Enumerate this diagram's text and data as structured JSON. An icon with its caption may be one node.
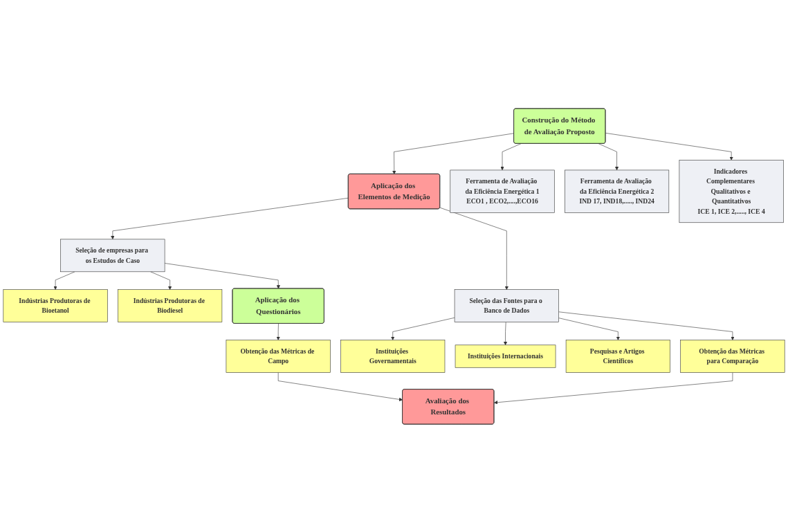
{
  "diagram": {
    "nodes": [
      {
        "text": [
          "Construção do Método de Avaliação Proposto"
        ]
      },
      {
        "text": [
          "Ferramenta de Avaliação da Eficiência Energética 1",
          "ECO1 , ECO2,....,ECO16"
        ]
      },
      {
        "text": [
          "Ferramenta de Avaliação da Eficiência Energética 2",
          "IND 17, IND18,....., IND24"
        ]
      },
      {
        "text": [
          "Aplicação dos Elementos de Medição"
        ]
      },
      {
        "text": [
          "Indicadores Complementares Qualitativos e Quantitativos",
          "ICE 1, ICE 2,....., ICE 4"
        ]
      },
      {
        "text": [
          "Indústrias Produtoras de Bioetanol"
        ]
      },
      {
        "text": [
          "Indústrias Produtoras de Biodiesel"
        ]
      },
      {
        "text": [
          "Seleção de empresas para os Estudos de Caso"
        ]
      },
      {
        "text": [
          "Seleção das Fontes para o Banco de Dados"
        ]
      },
      {
        "text": [
          "Instituições Governamentais"
        ]
      },
      {
        "text": [
          "Instituições Internacionais"
        ]
      },
      {
        "text": [
          "Aplicação dos Questionários"
        ]
      },
      {
        "text": [
          "Pesquisas e Artigos Científicos"
        ]
      },
      {
        "text": [
          "Obtenção das Métricas de Campo"
        ]
      },
      {
        "text": [
          "Obtenção das Métricas para Comparação"
        ]
      },
      {
        "text": [
          "Avaliação dos Resultados"
        ]
      }
    ],
    "edges": [
      {
        "from": 0,
        "to": 3,
        "arrow": "to"
      },
      {
        "from": 0,
        "to": 1,
        "arrow": "to"
      },
      {
        "from": 0,
        "to": 2,
        "arrow": "to"
      },
      {
        "from": 0,
        "to": 4,
        "arrow": "to"
      },
      {
        "from": 3,
        "to": 7,
        "arrow": "to"
      },
      {
        "from": 3,
        "to": 8,
        "arrow": "to"
      },
      {
        "from": 7,
        "to": 5,
        "arrow": "to"
      },
      {
        "from": 7,
        "to": 6,
        "arrow": "to"
      },
      {
        "from": 8,
        "to": 9,
        "arrow": "to"
      },
      {
        "from": 8,
        "to": 10,
        "arrow": "to"
      },
      {
        "from": 8,
        "to": 12,
        "arrow": "to"
      },
      {
        "from": 7,
        "to": 11,
        "arrow": "to"
      },
      {
        "from": 11,
        "to": 13,
        "arrow": "to"
      },
      {
        "from": 8,
        "to": 14,
        "arrow": "to"
      },
      {
        "from": 13,
        "to": 15,
        "arrow": "to"
      },
      {
        "from": 14,
        "to": 15,
        "arrow": "to"
      }
    ]
  }
}
